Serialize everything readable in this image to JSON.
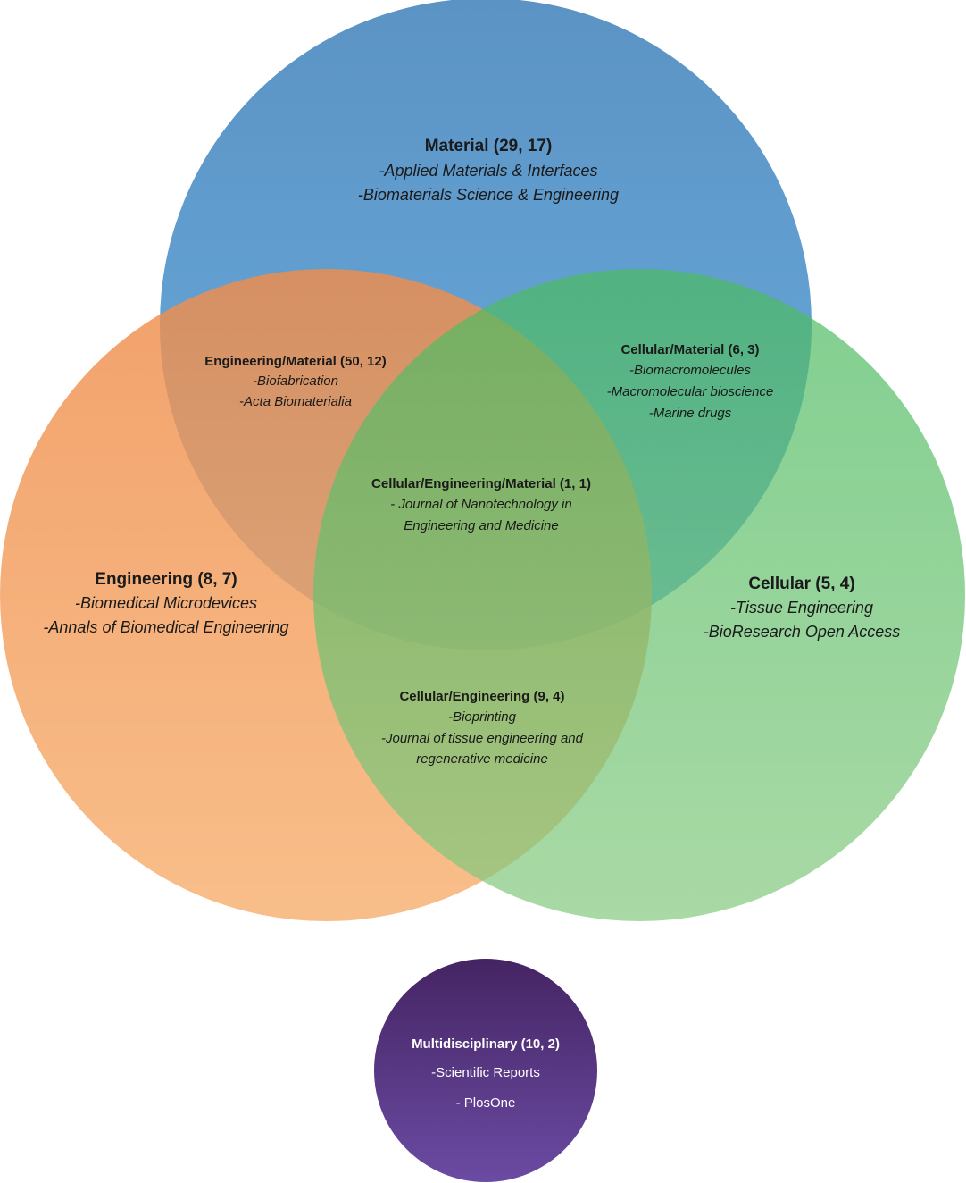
{
  "colors": {
    "material": "#4f8fc7",
    "engineering": "#f29a52",
    "cellular": "#5cbf62",
    "multidisciplinary": "#573b8a"
  },
  "regions": {
    "material": {
      "title": "Material (29, 17)",
      "items": [
        "-Applied Materials & Interfaces",
        "-Biomaterials Science & Engineering"
      ]
    },
    "engineering_material": {
      "title": "Engineering/Material (50, 12)",
      "items": [
        "-Biofabrication",
        "-Acta Biomaterialia"
      ]
    },
    "cellular_material": {
      "title": "Cellular/Material (6, 3)",
      "items": [
        "-Biomacromolecules",
        "-Macromolecular bioscience",
        "-Marine drugs"
      ]
    },
    "all_three": {
      "title": "Cellular/Engineering/Material (1, 1)",
      "items": [
        "- Journal of Nanotechnology in",
        "Engineering and Medicine"
      ]
    },
    "engineering": {
      "title": "Engineering (8, 7)",
      "items": [
        "-Biomedical Microdevices",
        "-Annals of Biomedical Engineering"
      ]
    },
    "cellular": {
      "title": "Cellular (5, 4)",
      "items": [
        "-Tissue Engineering",
        "-BioResearch Open Access"
      ]
    },
    "cellular_engineering": {
      "title": "Cellular/Engineering (9, 4)",
      "items": [
        "-Bioprinting",
        "-Journal of tissue engineering and",
        "regenerative medicine"
      ]
    },
    "multidisciplinary": {
      "title": "Multidisciplinary (10, 2)",
      "items": [
        "-Scientific Reports",
        "- PlosOne"
      ]
    }
  }
}
